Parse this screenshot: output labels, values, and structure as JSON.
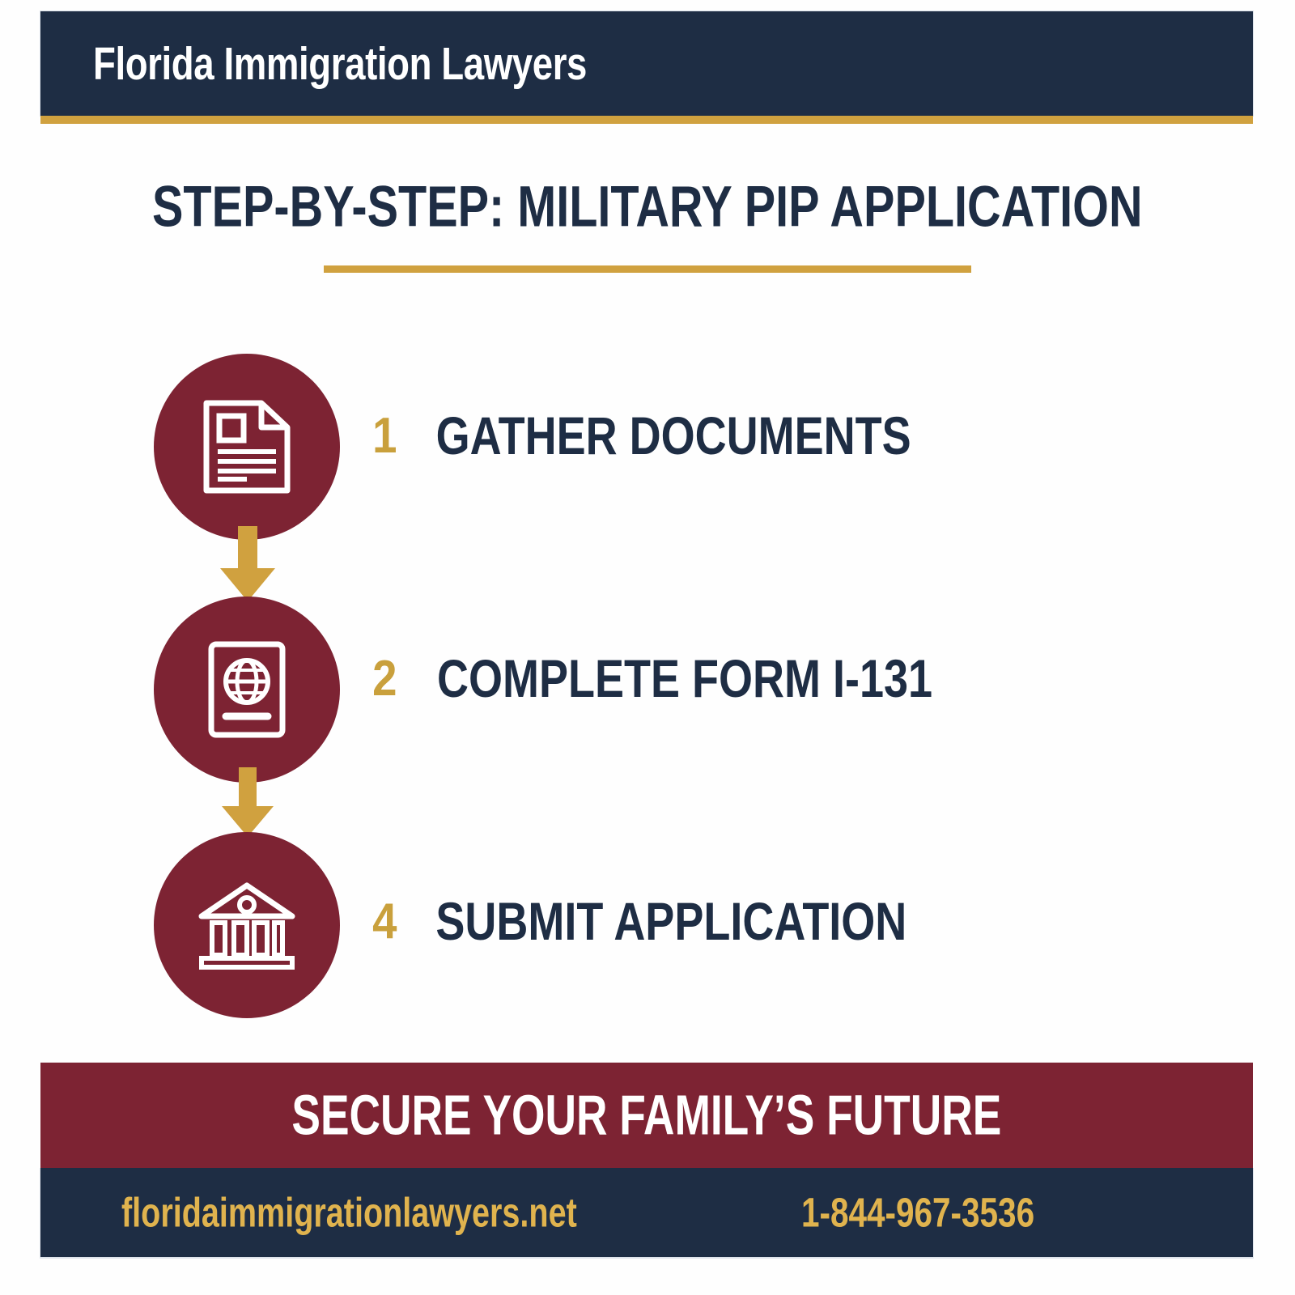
{
  "brand": {
    "name": "Florida Immigration Lawyers"
  },
  "title": {
    "heading": "STEP-BY-STEP: MILITARY PIP APPLICATION"
  },
  "colors": {
    "navy": "#1e2d44",
    "maroon": "#7d2333",
    "gold": "#d0a13f",
    "gold_text": "#c9a03c",
    "footer_gold": "#e0b34e",
    "background": "#fefefe",
    "white": "#ffffff"
  },
  "steps": [
    {
      "number": "1",
      "label": "GATHER  DOCUMENTS",
      "icon": "document-icon"
    },
    {
      "number": "2",
      "label": "COMPLETE FORM I-131",
      "icon": "passport-icon"
    },
    {
      "number": "4",
      "label": "SUBMIT APPLICATION",
      "icon": "government-building-icon"
    }
  ],
  "connectors": [
    {
      "icon": "arrow-down-icon"
    },
    {
      "icon": "arrow-down-icon"
    }
  ],
  "cta": {
    "text": "SECURE YOUR FAMILY’S FUTURE"
  },
  "footer": {
    "website": "floridaimmigrationlawyers.net",
    "phone": "1-844-967-3536"
  }
}
